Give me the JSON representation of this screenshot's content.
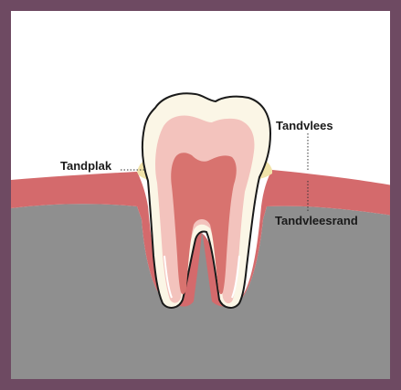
{
  "diagram": {
    "labels": {
      "plaque": "Tandplak",
      "gum": "Tandvlees",
      "gum_margin": "Tandvleesrand"
    },
    "colors": {
      "frame": "#6e4a62",
      "background": "#ffffff",
      "bone": "#8f8f8f",
      "gum": "#d46a6c",
      "gum_highlight": "#ffffff",
      "enamel": "#fbf6e6",
      "dentin": "#f3c3bd",
      "pulp": "#d8736f",
      "plaque": "#f1e3a9",
      "outline": "#1a1a1a",
      "leader": "#333333"
    }
  }
}
